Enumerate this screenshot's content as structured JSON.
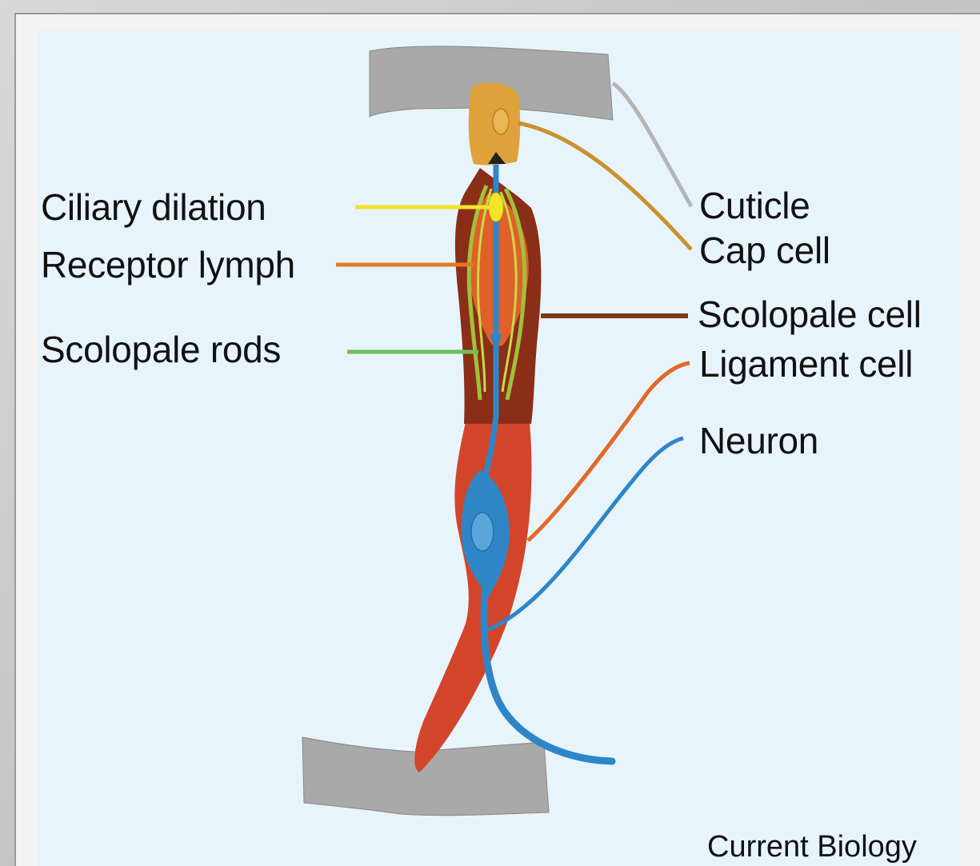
{
  "labels": {
    "ciliary_dilation": "Ciliary dilation",
    "receptor_lymph": "Receptor lymph",
    "scolopale_rods": "Scolopale rods",
    "cuticle": "Cuticle",
    "cap_cell": "Cap cell",
    "scolopale_cell": "Scolopale cell",
    "ligament_cell": "Ligament cell",
    "neuron": "Neuron"
  },
  "credit": "Current Biology",
  "colors": {
    "background": "#e8f4fb",
    "cuticle": "#a9a9a9",
    "cap_cell": "#e0a23a",
    "scolopale_cell": "#8b3a1e",
    "receptor_lymph": "#e06a2a",
    "ligament_cell": "#d2452a",
    "neuron": "#2f86c7",
    "scolopale_rods": "#9fc23a",
    "ciliary_dilation": "#f2e52a",
    "leader_cuticle": "#b5b5b5",
    "leader_cap": "#c9922e",
    "leader_scolopale_cell": "#7a3a14",
    "leader_ligament": "#e06a2a",
    "leader_neuron": "#2f86c7",
    "leader_rods": "#6dbf5a",
    "leader_ciliary": "#f2e52a",
    "leader_lymph": "#e07a2a"
  }
}
